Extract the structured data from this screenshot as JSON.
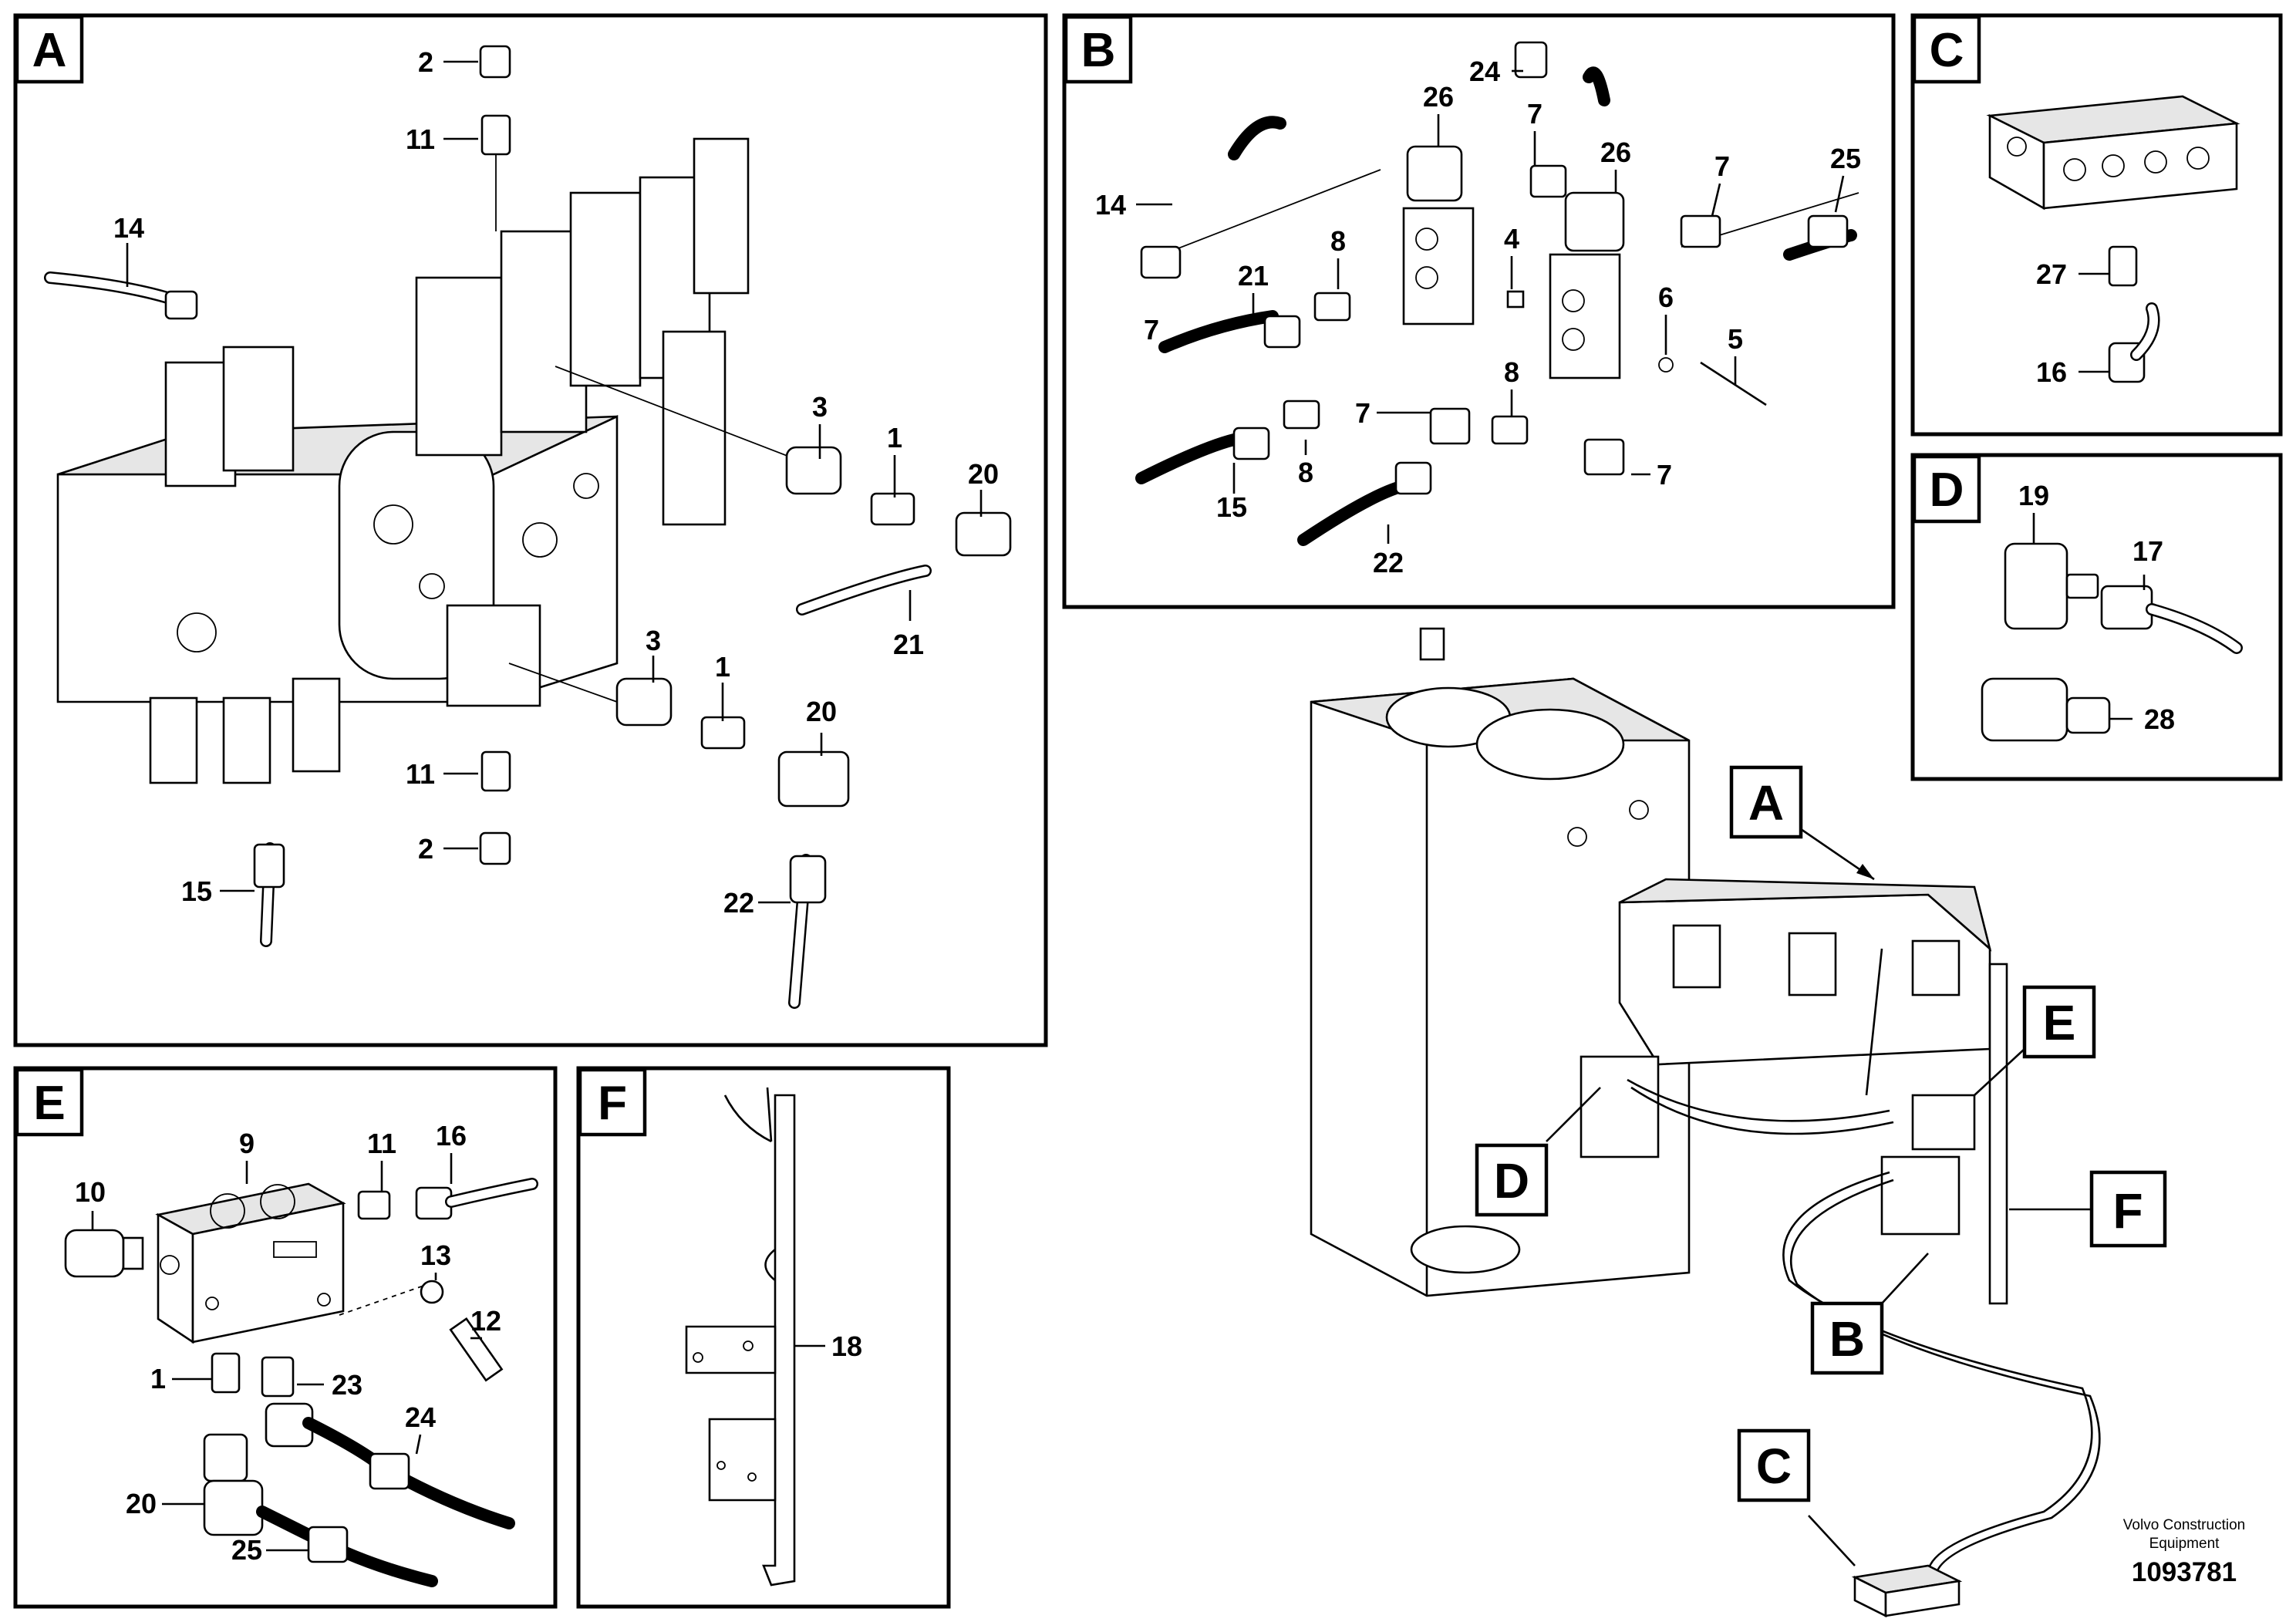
{
  "panels": {
    "A": {
      "letter": "A",
      "parts": [
        "2",
        "11",
        "14",
        "3",
        "1",
        "20",
        "21",
        "3",
        "1",
        "20",
        "11",
        "2",
        "15",
        "22"
      ]
    },
    "B": {
      "letter": "B",
      "parts": [
        "26",
        "24",
        "7",
        "26",
        "7",
        "25",
        "14",
        "8",
        "4",
        "7",
        "21",
        "6",
        "5",
        "7",
        "8",
        "15",
        "8",
        "7",
        "22"
      ]
    },
    "C": {
      "letter": "C",
      "parts": [
        "27",
        "16"
      ]
    },
    "D": {
      "letter": "D",
      "parts": [
        "19",
        "17",
        "28"
      ]
    },
    "E": {
      "letter": "E",
      "parts": [
        "9",
        "11",
        "16",
        "10",
        "13",
        "12",
        "1",
        "23",
        "24",
        "20",
        "25"
      ]
    },
    "F": {
      "letter": "F",
      "parts": [
        "18"
      ]
    }
  },
  "overview_callouts": [
    "A",
    "E",
    "D",
    "F",
    "B",
    "C"
  ],
  "footer": {
    "company_line1": "Volvo Construction",
    "company_line2": "Equipment",
    "drawing_number": "1093781"
  }
}
